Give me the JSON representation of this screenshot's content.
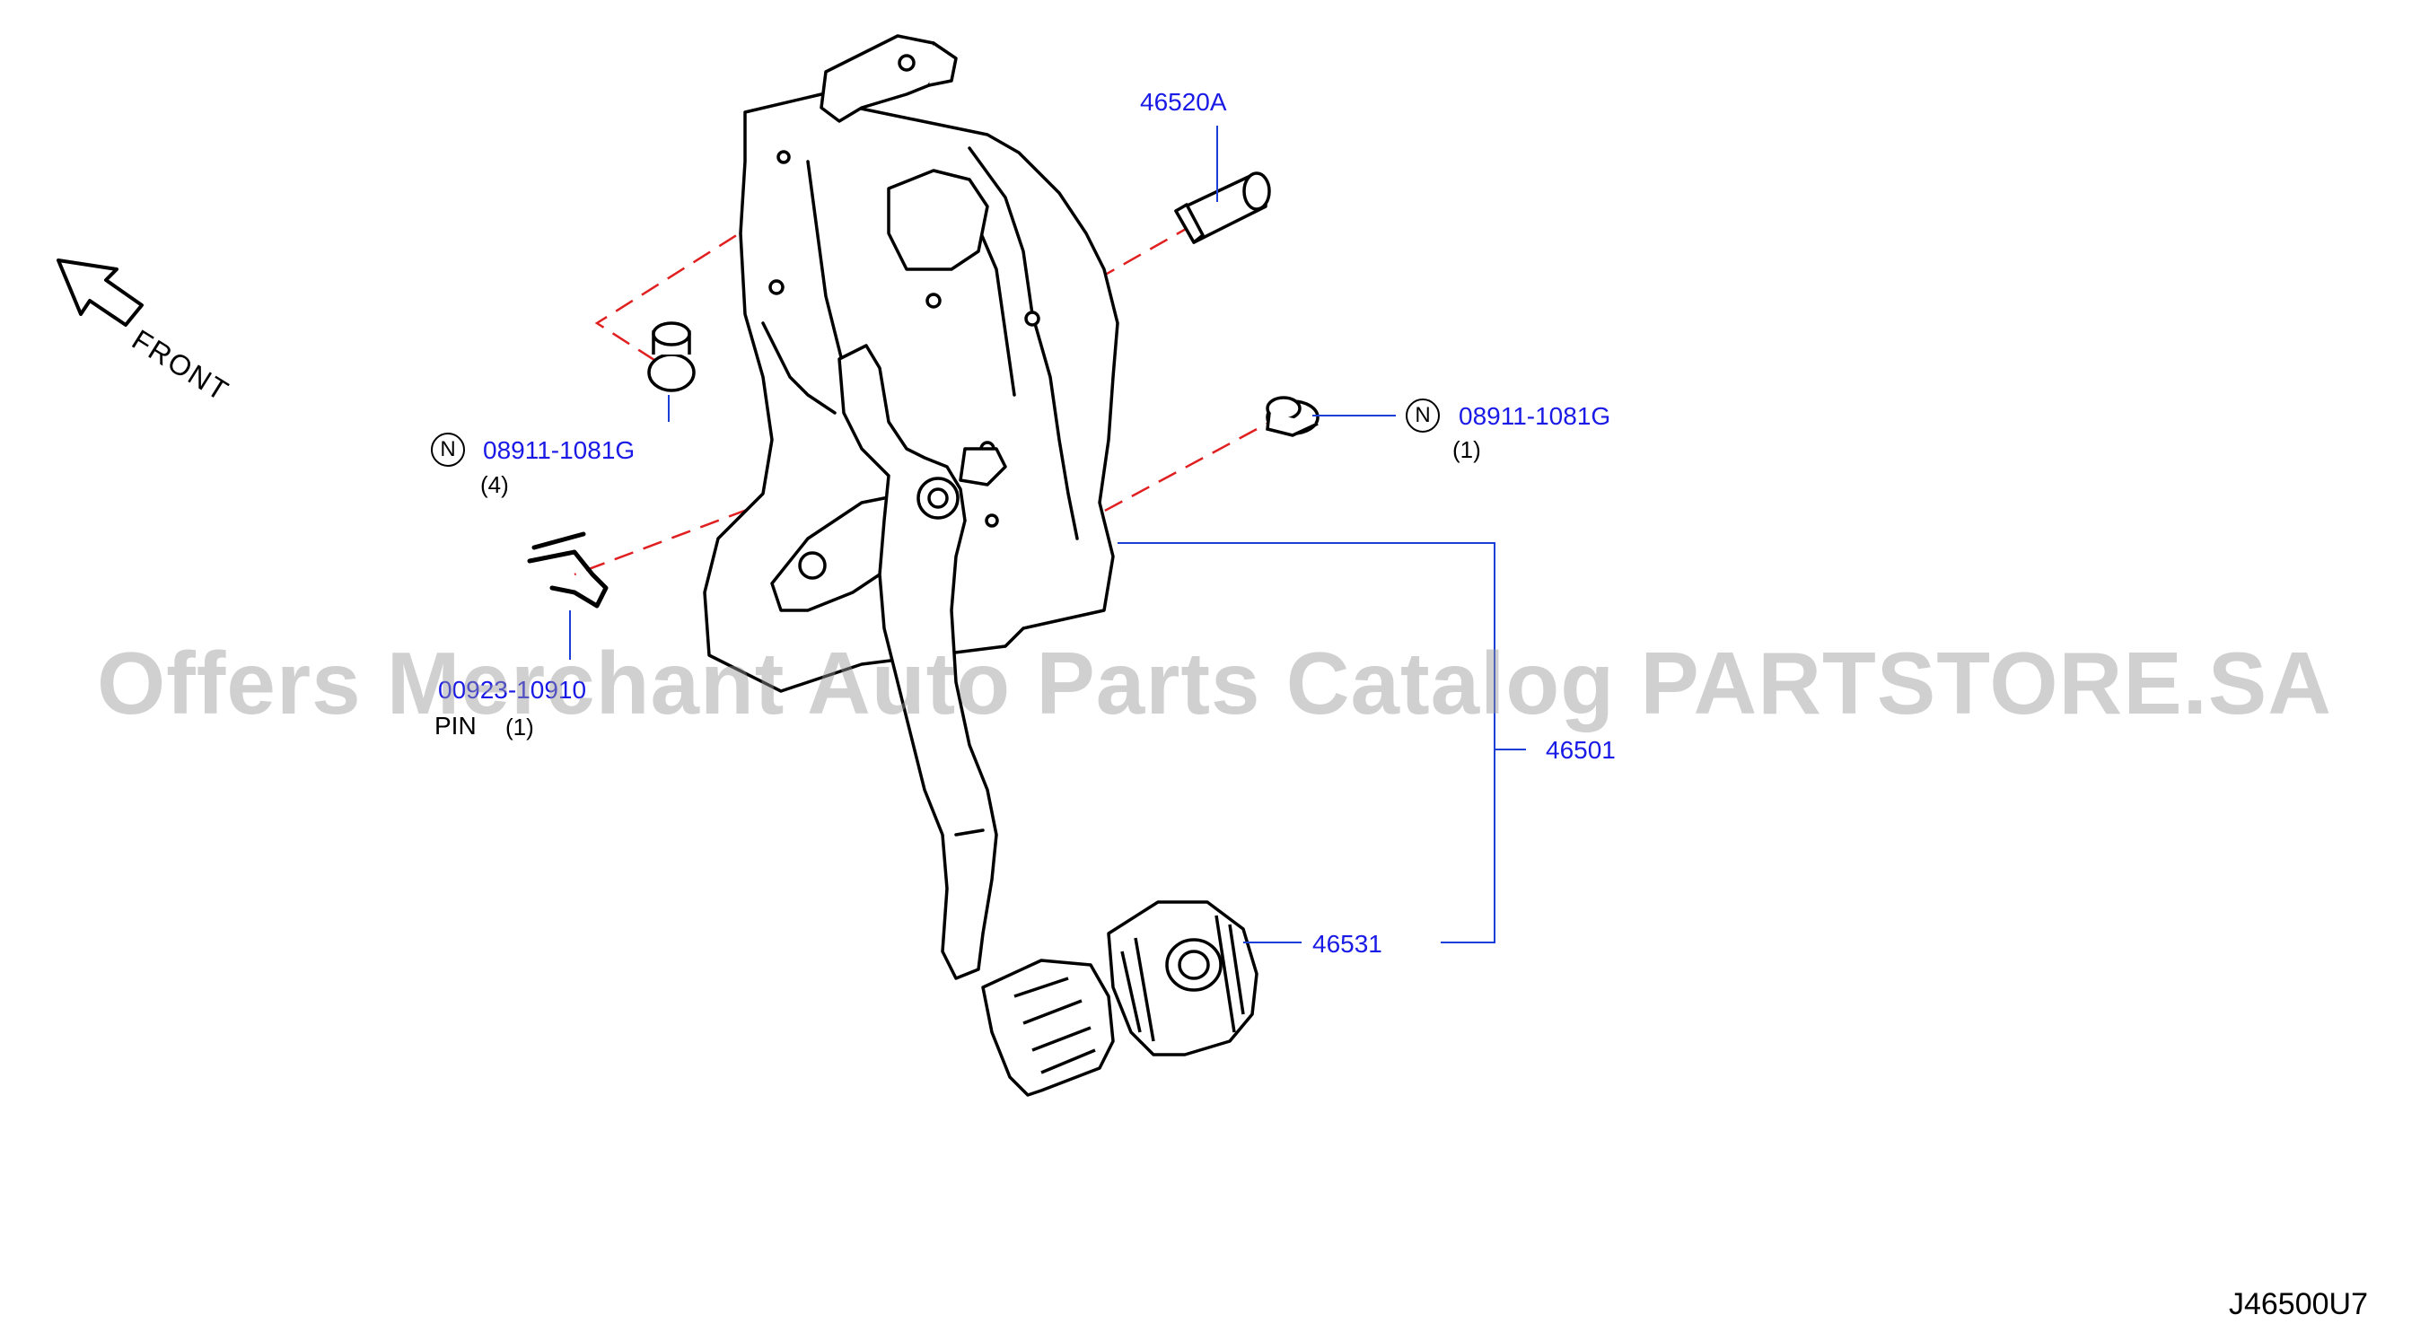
{
  "diagram": {
    "front_label": "FRONT",
    "drawing_code": "J46500U7",
    "watermark": "Offers Merchant Auto Parts Catalog PARTSTORE.SA",
    "n_marker": "N",
    "callouts": {
      "bolt": {
        "part": "46520A"
      },
      "nut_left": {
        "part": "08911-1081G",
        "qty": "(4)"
      },
      "nut_right": {
        "part": "08911-1081G",
        "qty": "(1)"
      },
      "pin": {
        "part": "00923-10910",
        "name": "PIN",
        "qty": "(1)"
      },
      "assembly": {
        "part": "46501"
      },
      "pad": {
        "part": "46531"
      }
    },
    "colors": {
      "callout_text": "#1a1ae6",
      "leader_line": "#1a3fd6",
      "dashed_line": "#e02020",
      "outline": "#000000"
    }
  }
}
